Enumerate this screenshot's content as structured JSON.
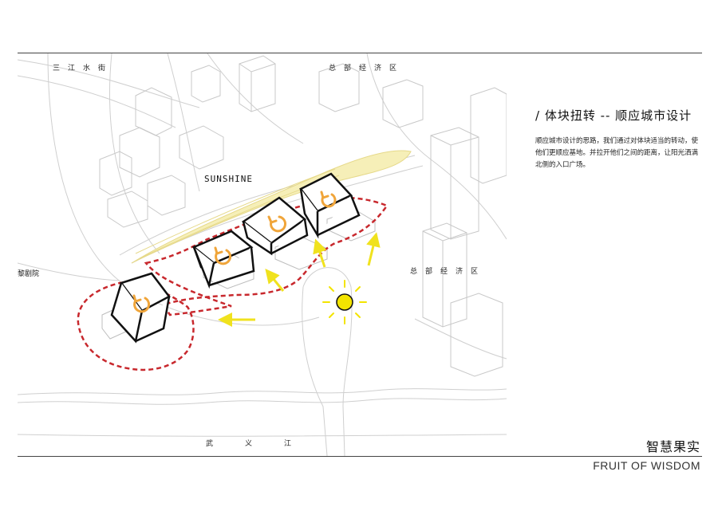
{
  "labels": {
    "sanjiang_street": "三江水街",
    "hq_district_top": "总部经济区",
    "hq_district_right": "总部经济区",
    "theatre": "黎剧院",
    "sunshine": "SUNSHINE",
    "wuyi_river": "武义江"
  },
  "panel": {
    "title": "/ 体块扭转 -- 顺应城市设计",
    "body": "顺应城市设计的思路，我们通过对体块适当的转动，使他们更顺应基地。并拉开他们之间的距离，让阳光洒满北侧的入口广场。"
  },
  "brand": {
    "cn": "智慧果实",
    "en": "FRUIT OF WISDOM"
  },
  "colors": {
    "boundary": "#c8282d",
    "arrow": "#f0e21e",
    "sun": "#f3e400",
    "rotate": "#f0a53a",
    "greenbelt": "#f6efb8",
    "line": "#cfcfcf"
  },
  "icons": [
    "sun-icon",
    "rotate-arrow-icon",
    "direction-arrow-icon"
  ]
}
